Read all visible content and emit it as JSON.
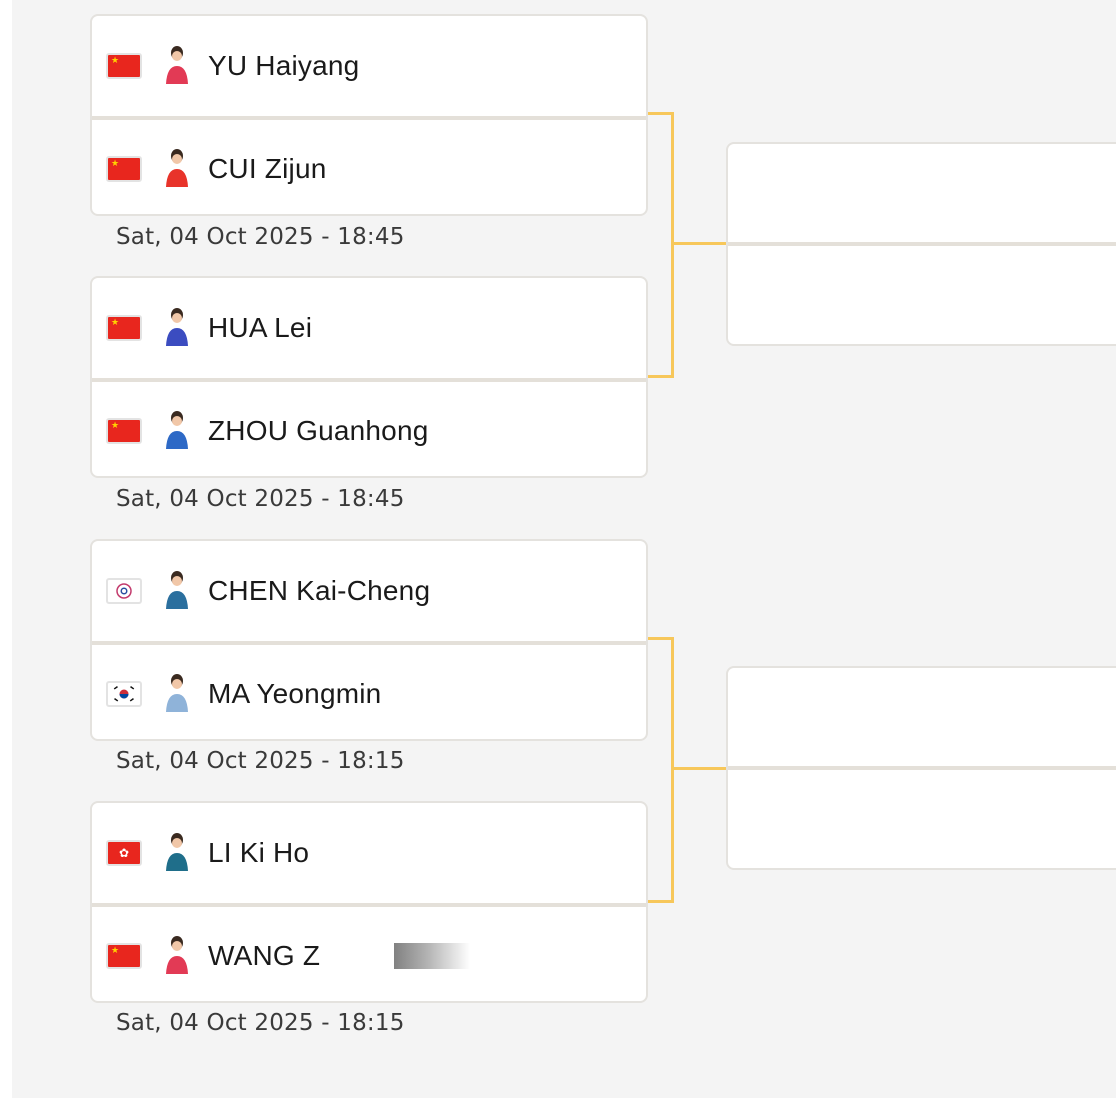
{
  "bracket": {
    "matches": [
      {
        "players": [
          {
            "name": "YU Haiyang",
            "flag": "china-flag",
            "shirt": "#e23a55"
          },
          {
            "name": "CUI Zijun",
            "flag": "china-flag",
            "shirt": "#e8332a"
          }
        ],
        "time": "Sat, 04 Oct 2025 - 18:45"
      },
      {
        "players": [
          {
            "name": "HUA Lei",
            "flag": "china-flag",
            "shirt": "#3b4cc0"
          },
          {
            "name": "ZHOU Guanhong",
            "flag": "china-flag",
            "shirt": "#2d69c6"
          }
        ],
        "time": "Sat, 04 Oct 2025 - 18:45"
      },
      {
        "players": [
          {
            "name": "CHEN Kai-Cheng",
            "flag": "chinese-taipei-flag",
            "shirt": "#2b6f9e"
          },
          {
            "name": "MA Yeongmin",
            "flag": "south-korea-flag",
            "shirt": "#8fb3d9"
          }
        ],
        "time": "Sat, 04 Oct 2025 - 18:15"
      },
      {
        "players": [
          {
            "name": "LI Ki Ho",
            "flag": "hong-kong-flag",
            "shirt": "#1f6e8a"
          },
          {
            "name": "WANG Z",
            "flag": "china-flag",
            "shirt": "#e23a55"
          }
        ],
        "time": "Sat, 04 Oct 2025 - 18:15"
      }
    ],
    "connector_color": "#f7c75a"
  }
}
